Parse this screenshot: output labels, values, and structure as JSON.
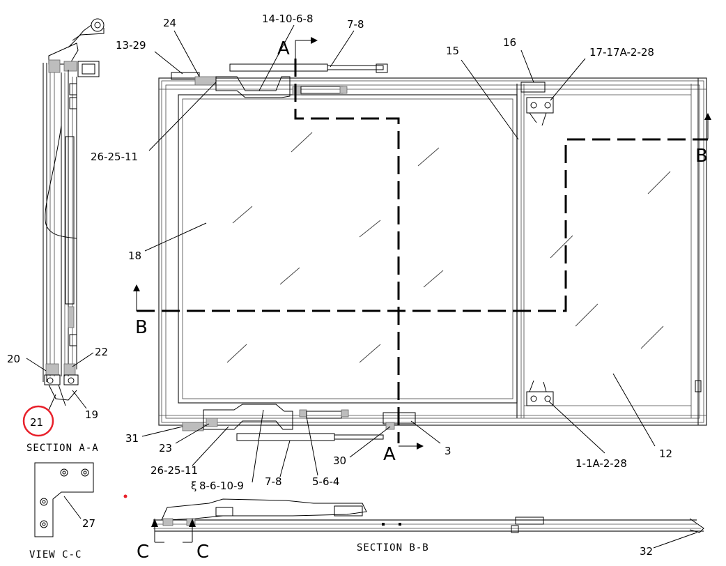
{
  "callouts": {
    "c24": "24",
    "c13_29": "13-29",
    "c14_10_6_8": "14-10-6-8",
    "c7_8_top": "7-8",
    "c15": "15",
    "c16": "16",
    "c17_17a": "17-17A-2-28",
    "c26_top": "26-25-11",
    "c18": "18",
    "c20": "20",
    "c22": "22",
    "c19": "19",
    "c21": "21",
    "c31": "31",
    "c23": "23",
    "c26_bottom": "26-25-11",
    "c30": "30",
    "c3": "3",
    "c12": "12",
    "c1_1a": "1-1A-2-28",
    "c8_6_10_9": "8-6-10-9",
    "c8_prefix": "ξ",
    "c7_8_bottom": "7-8",
    "c5_6_4": "5-6-4",
    "c27": "27",
    "c32": "32"
  },
  "section_letters": {
    "a_top": "A",
    "a_bottom": "A",
    "b_right": "B",
    "b_left": "B",
    "c_left": "C",
    "c_right": "C"
  },
  "section_titles": {
    "section_aa": "SECTION A-A",
    "view_cc": "VIEW C-C",
    "section_bb": "SECTION B-B"
  },
  "colors": {
    "highlight_circle": "#e8202a",
    "marker_dot": "#e8202a"
  }
}
